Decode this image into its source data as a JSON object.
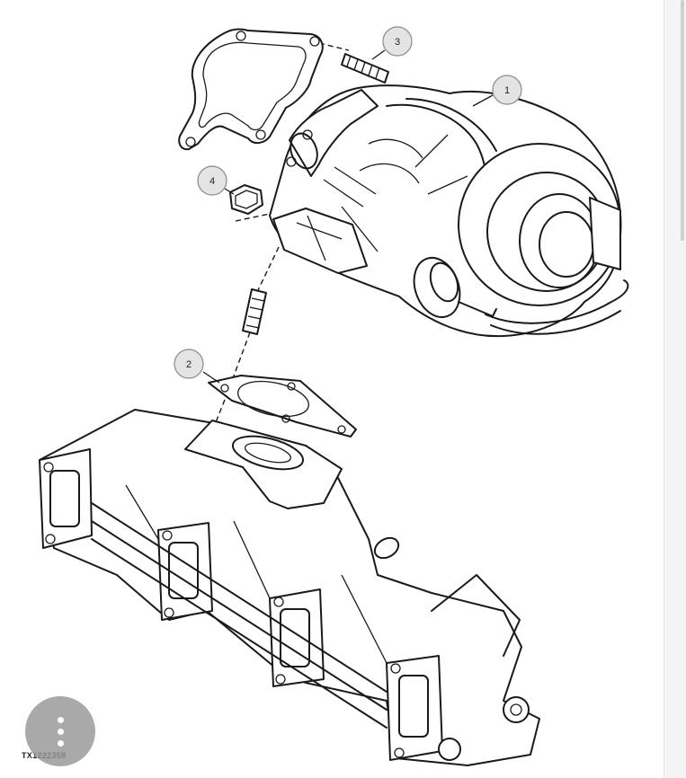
{
  "figure_id": "TX1222358",
  "callouts": [
    {
      "number": "1",
      "part": "turbocharger"
    },
    {
      "number": "2",
      "part": "gasket"
    },
    {
      "number": "3",
      "part": "stud"
    },
    {
      "number": "4",
      "part": "nut"
    }
  ],
  "more_button": {
    "icon": "more-vertical-icon"
  },
  "colors": {
    "line": "#1a1a1a",
    "callout_fill": "#e4e4e4",
    "fab": "#969696"
  }
}
